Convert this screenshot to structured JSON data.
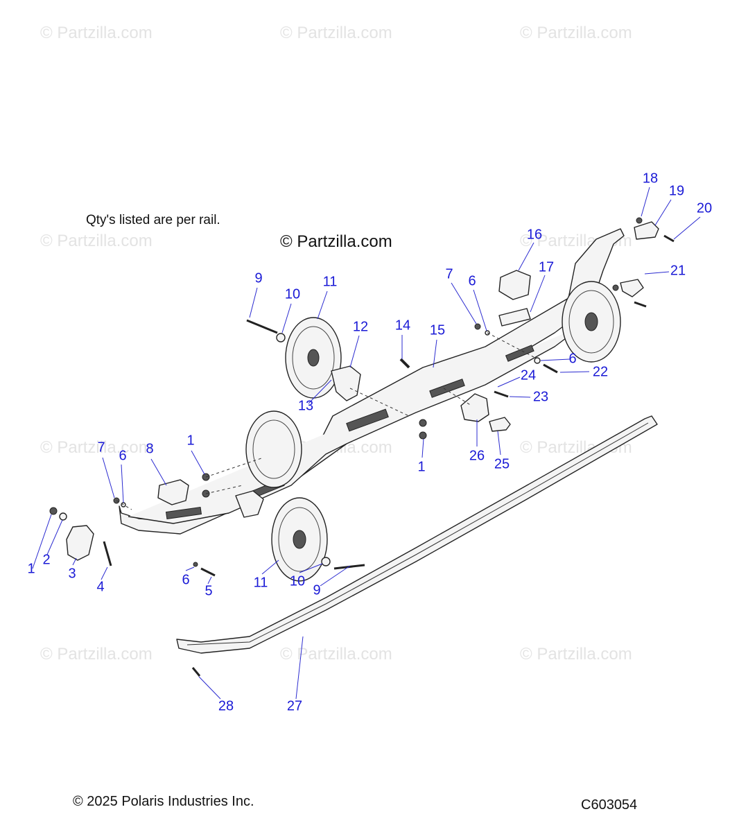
{
  "watermark": "© Partzilla.com",
  "center_watermark": "© Partzilla.com",
  "note": "Qty's listed are per rail.",
  "copyright": "© 2025 Polaris Industries Inc.",
  "diagram_code": "C603054",
  "callouts": [
    "18",
    "19",
    "20",
    "16",
    "21",
    "17",
    "7",
    "6",
    "9",
    "10",
    "11",
    "12",
    "14",
    "15",
    "6",
    "22",
    "24",
    "13",
    "23",
    "7",
    "8",
    "1",
    "6",
    "26",
    "25",
    "1",
    "1",
    "2",
    "3",
    "4",
    "6",
    "5",
    "11",
    "10",
    "9",
    "28",
    "27"
  ]
}
